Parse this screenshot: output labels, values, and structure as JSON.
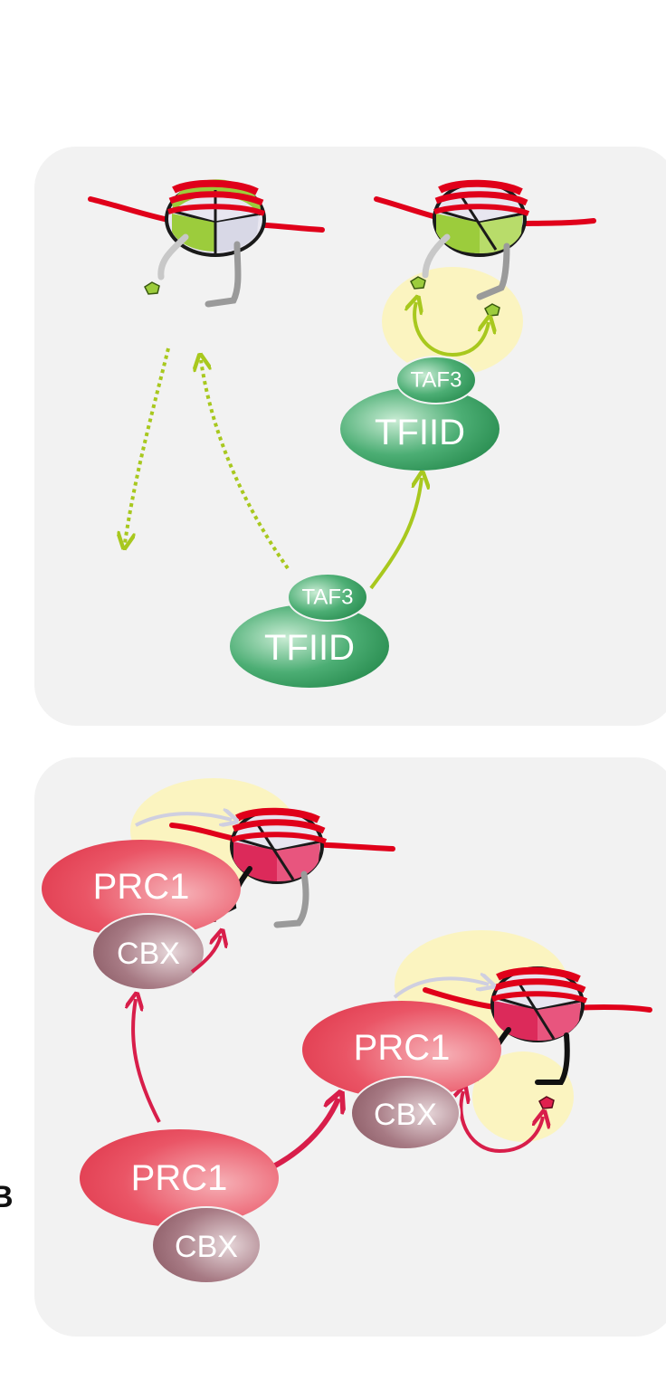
{
  "panel_top": {
    "complex_free": {
      "taf3": "TAF3",
      "tfiid": "TFIID"
    },
    "complex_bound": {
      "taf3": "TAF3",
      "tfiid": "TFIID"
    }
  },
  "panel_bottom": {
    "complex_free": {
      "prc1": "PRC1",
      "cbx": "CBX"
    },
    "complex_bound_1": {
      "prc1": "PRC1",
      "cbx": "CBX"
    },
    "complex_bound_2": {
      "prc1": "PRC1",
      "cbx": "CBX"
    }
  },
  "side_label_b": "B",
  "colors": {
    "panel_bg": "#f2f2f2",
    "dna": "#e0001a",
    "tfiid_green": "#2e9a5a",
    "arrow_green": "#a8c81e",
    "prc1_red": "#e8485a",
    "cbx_mauve": "#9a6a74",
    "arrow_red": "#d81e4a",
    "highlight_yellow": "#fbf4c0"
  }
}
